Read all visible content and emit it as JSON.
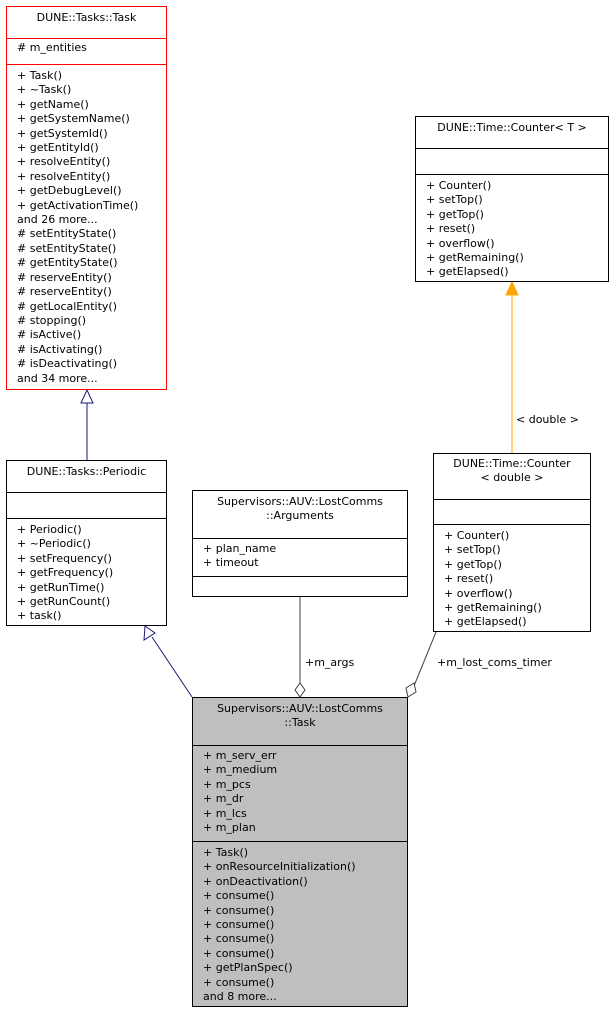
{
  "classes": {
    "task": {
      "title": [
        "DUNE::Tasks::Task"
      ],
      "attributes": [
        "# m_entities"
      ],
      "methods": [
        "+ Task()",
        "+ ~Task()",
        "+ getName()",
        "+ getSystemName()",
        "+ getSystemId()",
        "+ getEntityId()",
        "+ resolveEntity()",
        "+ resolveEntity()",
        "+ getDebugLevel()",
        "+ getActivationTime()",
        "and 26 more...",
        "# setEntityState()",
        "# setEntityState()",
        "# getEntityState()",
        "# reserveEntity()",
        "# reserveEntity()",
        "# getLocalEntity()",
        "# stopping()",
        "# isActive()",
        "# isActivating()",
        "# isDeactivating()",
        "and 34 more..."
      ]
    },
    "periodic": {
      "title": [
        "DUNE::Tasks::Periodic"
      ],
      "attributes": [],
      "methods": [
        "+ Periodic()",
        "+ ~Periodic()",
        "+ setFrequency()",
        "+ getFrequency()",
        "+ getRunTime()",
        "+ getRunCount()",
        "+ task()"
      ]
    },
    "arguments": {
      "title": [
        "Supervisors::AUV::LostComms",
        "::Arguments"
      ],
      "attributes": [
        "+ plan_name",
        "+ timeout"
      ],
      "methods": []
    },
    "counter_t": {
      "title": [
        "DUNE::Time::Counter< T >"
      ],
      "attributes": [],
      "methods": [
        "+ Counter()",
        "+ setTop()",
        "+ getTop()",
        "+ reset()",
        "+ overflow()",
        "+ getRemaining()",
        "+ getElapsed()"
      ]
    },
    "counter_double": {
      "title": [
        "DUNE::Time::Counter",
        "< double >"
      ],
      "attributes": [],
      "methods": [
        "+ Counter()",
        "+ setTop()",
        "+ getTop()",
        "+ reset()",
        "+ overflow()",
        "+ getRemaining()",
        "+ getElapsed()"
      ]
    },
    "lostcomms_task": {
      "title": [
        "Supervisors::AUV::LostComms",
        "::Task"
      ],
      "attributes": [
        "+ m_serv_err",
        "+ m_medium",
        "+ m_pcs",
        "+ m_dr",
        "+ m_lcs",
        "+ m_plan"
      ],
      "methods": [
        "+ Task()",
        "+ onResourceInitialization()",
        "+ onDeactivation()",
        "+ consume()",
        "+ consume()",
        "+ consume()",
        "+ consume()",
        "+ consume()",
        "+ getPlanSpec()",
        "+ consume()",
        "and 8 more..."
      ]
    }
  },
  "edges": {
    "template_label": "< double >",
    "args_label": "+m_args",
    "timer_label": "+m_lost_coms_timer"
  },
  "colors": {
    "inheritance": "#191970",
    "template": "#ffa500",
    "composition": "#404040",
    "highlight_box": "#bfbfbf",
    "base_border": "#ff0000"
  }
}
